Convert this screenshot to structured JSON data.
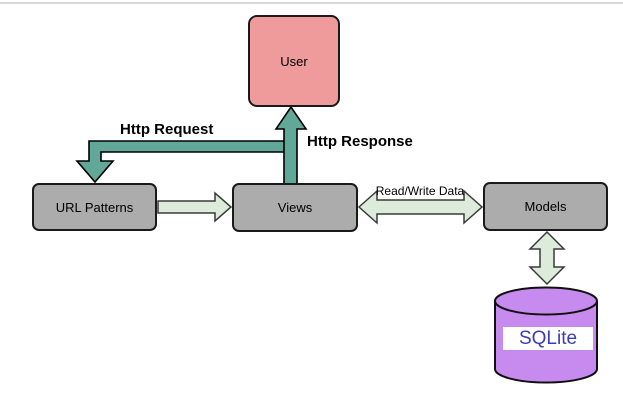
{
  "colors": {
    "teal": "#62A898",
    "green": "#DCEBDA",
    "node-gray": "#ACACAC",
    "user-pink": "#F09B9B",
    "db-purple": "#C78BEF",
    "db-text": "#3C3CB4",
    "top-border": "#D8D8D8"
  },
  "diagram": {
    "nodes": {
      "user": {
        "label": "User"
      },
      "url_patterns": {
        "label": "URL Patterns"
      },
      "views": {
        "label": "Views"
      },
      "models": {
        "label": "Models"
      },
      "sqlite": {
        "label": "SQLite"
      }
    },
    "edges": {
      "http_request": {
        "label": "Http Request"
      },
      "http_response": {
        "label": "Http Response"
      },
      "read_write": {
        "label": "Read/Write Data"
      }
    }
  }
}
